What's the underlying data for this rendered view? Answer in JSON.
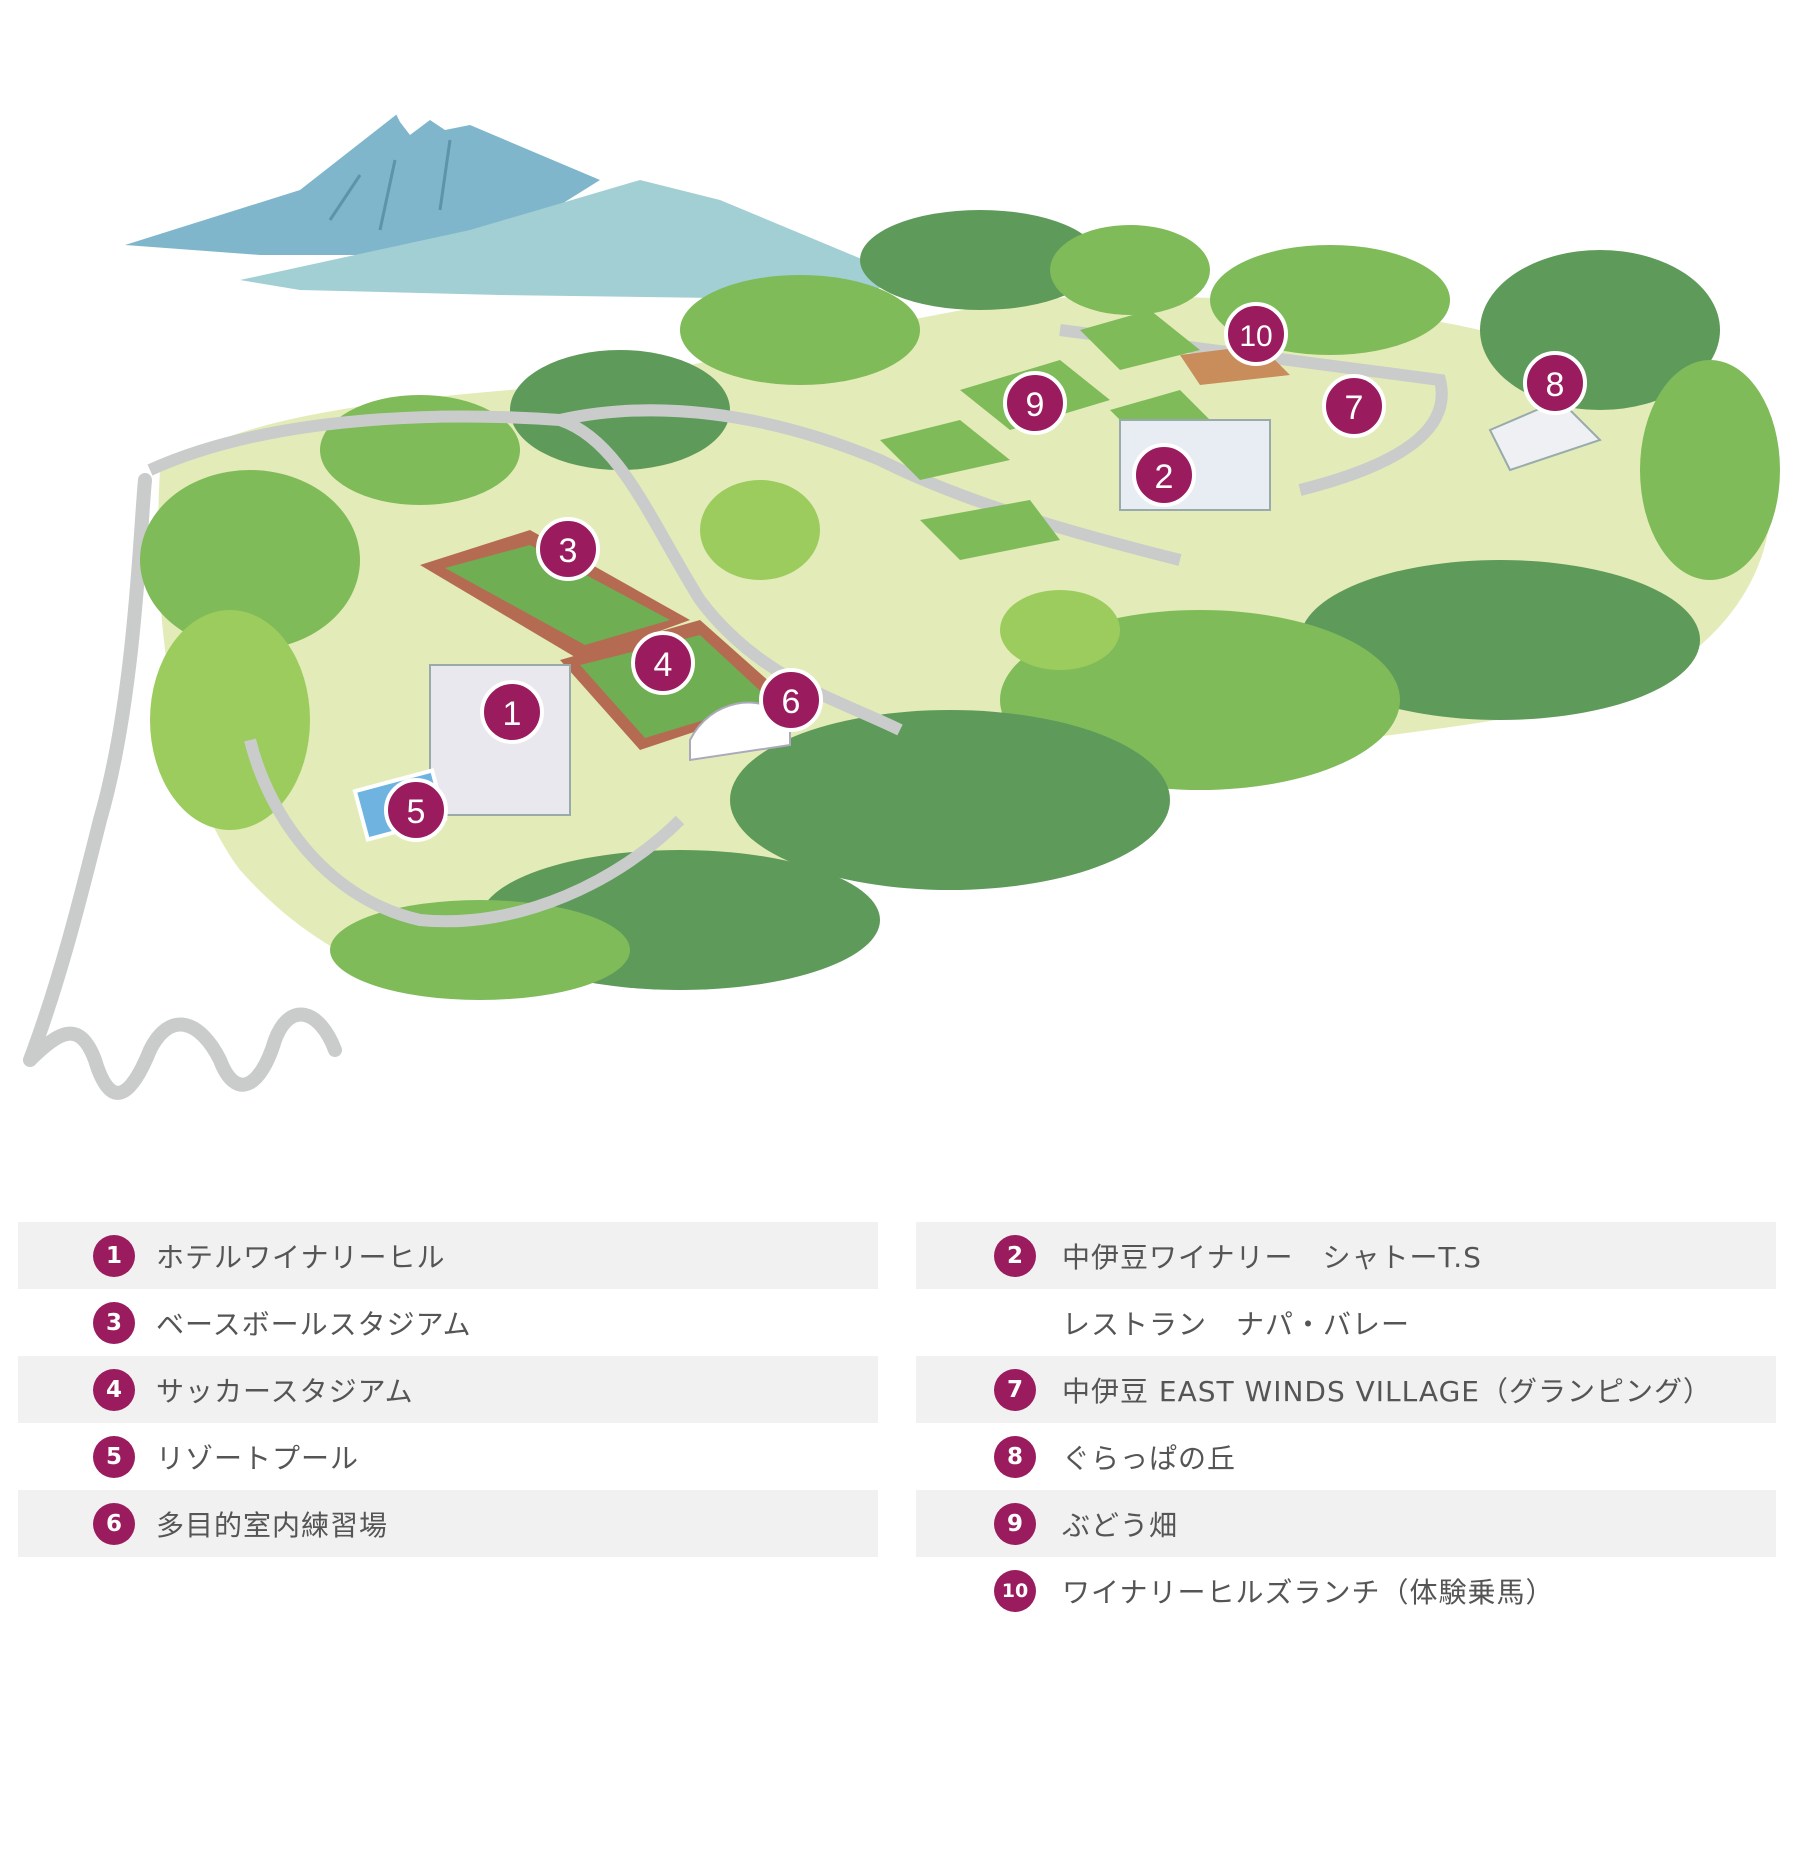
{
  "colors": {
    "marker": "#9a1c5f",
    "marker_text": "#ffffff",
    "row_shade": "#f1f1f1",
    "label_text": "#555555",
    "forest_dark": "#5e9a5a",
    "forest_mid": "#7fbb59",
    "forest_light": "#9ccc5d",
    "ground": "#e3ecb8",
    "road": "#c9cccb",
    "mountain": "#7fb6cc"
  },
  "map": {
    "markers": [
      {
        "num": "1"
      },
      {
        "num": "2"
      },
      {
        "num": "3"
      },
      {
        "num": "4"
      },
      {
        "num": "5"
      },
      {
        "num": "6"
      },
      {
        "num": "7"
      },
      {
        "num": "8"
      },
      {
        "num": "9"
      },
      {
        "num": "10"
      }
    ]
  },
  "legend": {
    "left": [
      {
        "num": "1",
        "label": "ホテルワイナリーヒル"
      },
      {
        "num": "3",
        "label": "ベースボールスタジアム"
      },
      {
        "num": "4",
        "label": "サッカースタジアム"
      },
      {
        "num": "5",
        "label": "リゾートプール"
      },
      {
        "num": "6",
        "label": "多目的室内練習場"
      }
    ],
    "right": [
      {
        "num": "2",
        "label": "中伊豆ワイナリー　シャトーT.S"
      },
      {
        "num": "",
        "label": "レストラン　ナパ・バレー"
      },
      {
        "num": "7",
        "label": "中伊豆 EAST WINDS VILLAGE（グランピング）"
      },
      {
        "num": "8",
        "label": "ぐらっぱの丘"
      },
      {
        "num": "9",
        "label": "ぶどう畑"
      },
      {
        "num": "10",
        "label": "ワイナリーヒルズランチ（体験乗馬）"
      }
    ]
  }
}
